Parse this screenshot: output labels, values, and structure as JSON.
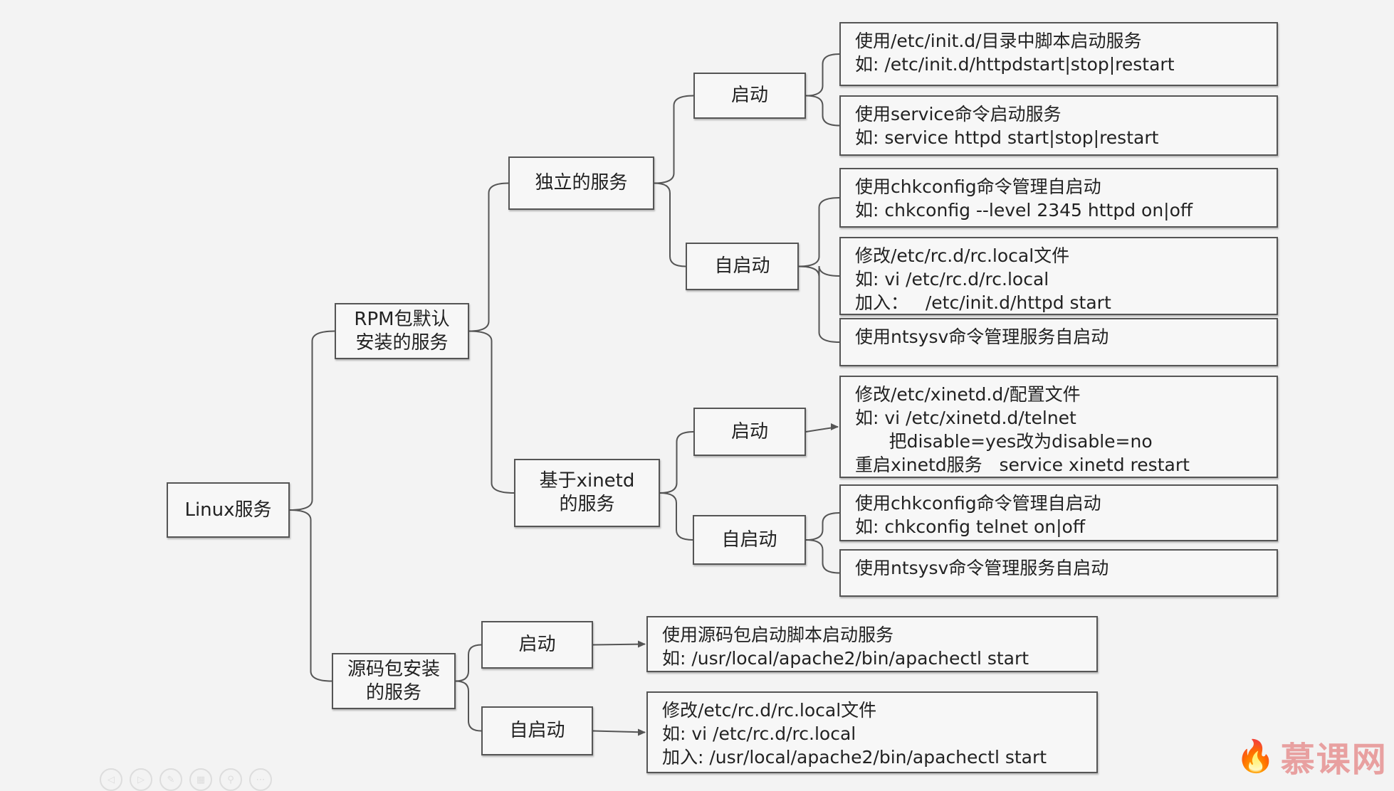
{
  "root": "Linux服务",
  "rpm": "RPM包默认\n安装的服务",
  "source": "源码包安装\n的服务",
  "standalone": "独立的服务",
  "xinetd": "基于xinetd\n的服务",
  "start_label": "启动",
  "autostart_label": "自启动",
  "leaves": {
    "l1": [
      "使用/etc/init.d/目录中脚本启动服务",
      "如: /etc/init.d/httpdstart|stop|restart"
    ],
    "l2": [
      "使用service命令启动服务",
      "如: service httpd start|stop|restart"
    ],
    "l3": [
      "使用chkconfig命令管理自启动",
      "如: chkconfig --level 2345 httpd on|off"
    ],
    "l4": [
      "修改/etc/rc.d/rc.local文件",
      "如: vi /etc/rc.d/rc.local",
      "加入：   /etc/init.d/httpd start"
    ],
    "l5": [
      "使用ntsysv命令管理服务自启动"
    ],
    "l6": [
      "修改/etc/xinetd.d/配置文件",
      "如: vi /etc/xinetd.d/telnet",
      "      把disable=yes改为disable=no",
      "重启xinetd服务   service xinetd restart"
    ],
    "l7": [
      "使用chkconfig命令管理自启动",
      "如: chkconfig telnet on|off"
    ],
    "l8": [
      "使用ntsysv命令管理服务自启动"
    ],
    "s1": [
      "使用源码包启动脚本启动服务",
      "如: /usr/local/apache2/bin/apachectl start"
    ],
    "s2": [
      "修改/etc/rc.d/rc.local文件",
      "如: vi /etc/rc.d/rc.local",
      "加入: /usr/local/apache2/bin/apachectl start"
    ]
  },
  "logo": "慕课网",
  "colors": {
    "line": "#555555",
    "logo": "#e8a0a0"
  }
}
